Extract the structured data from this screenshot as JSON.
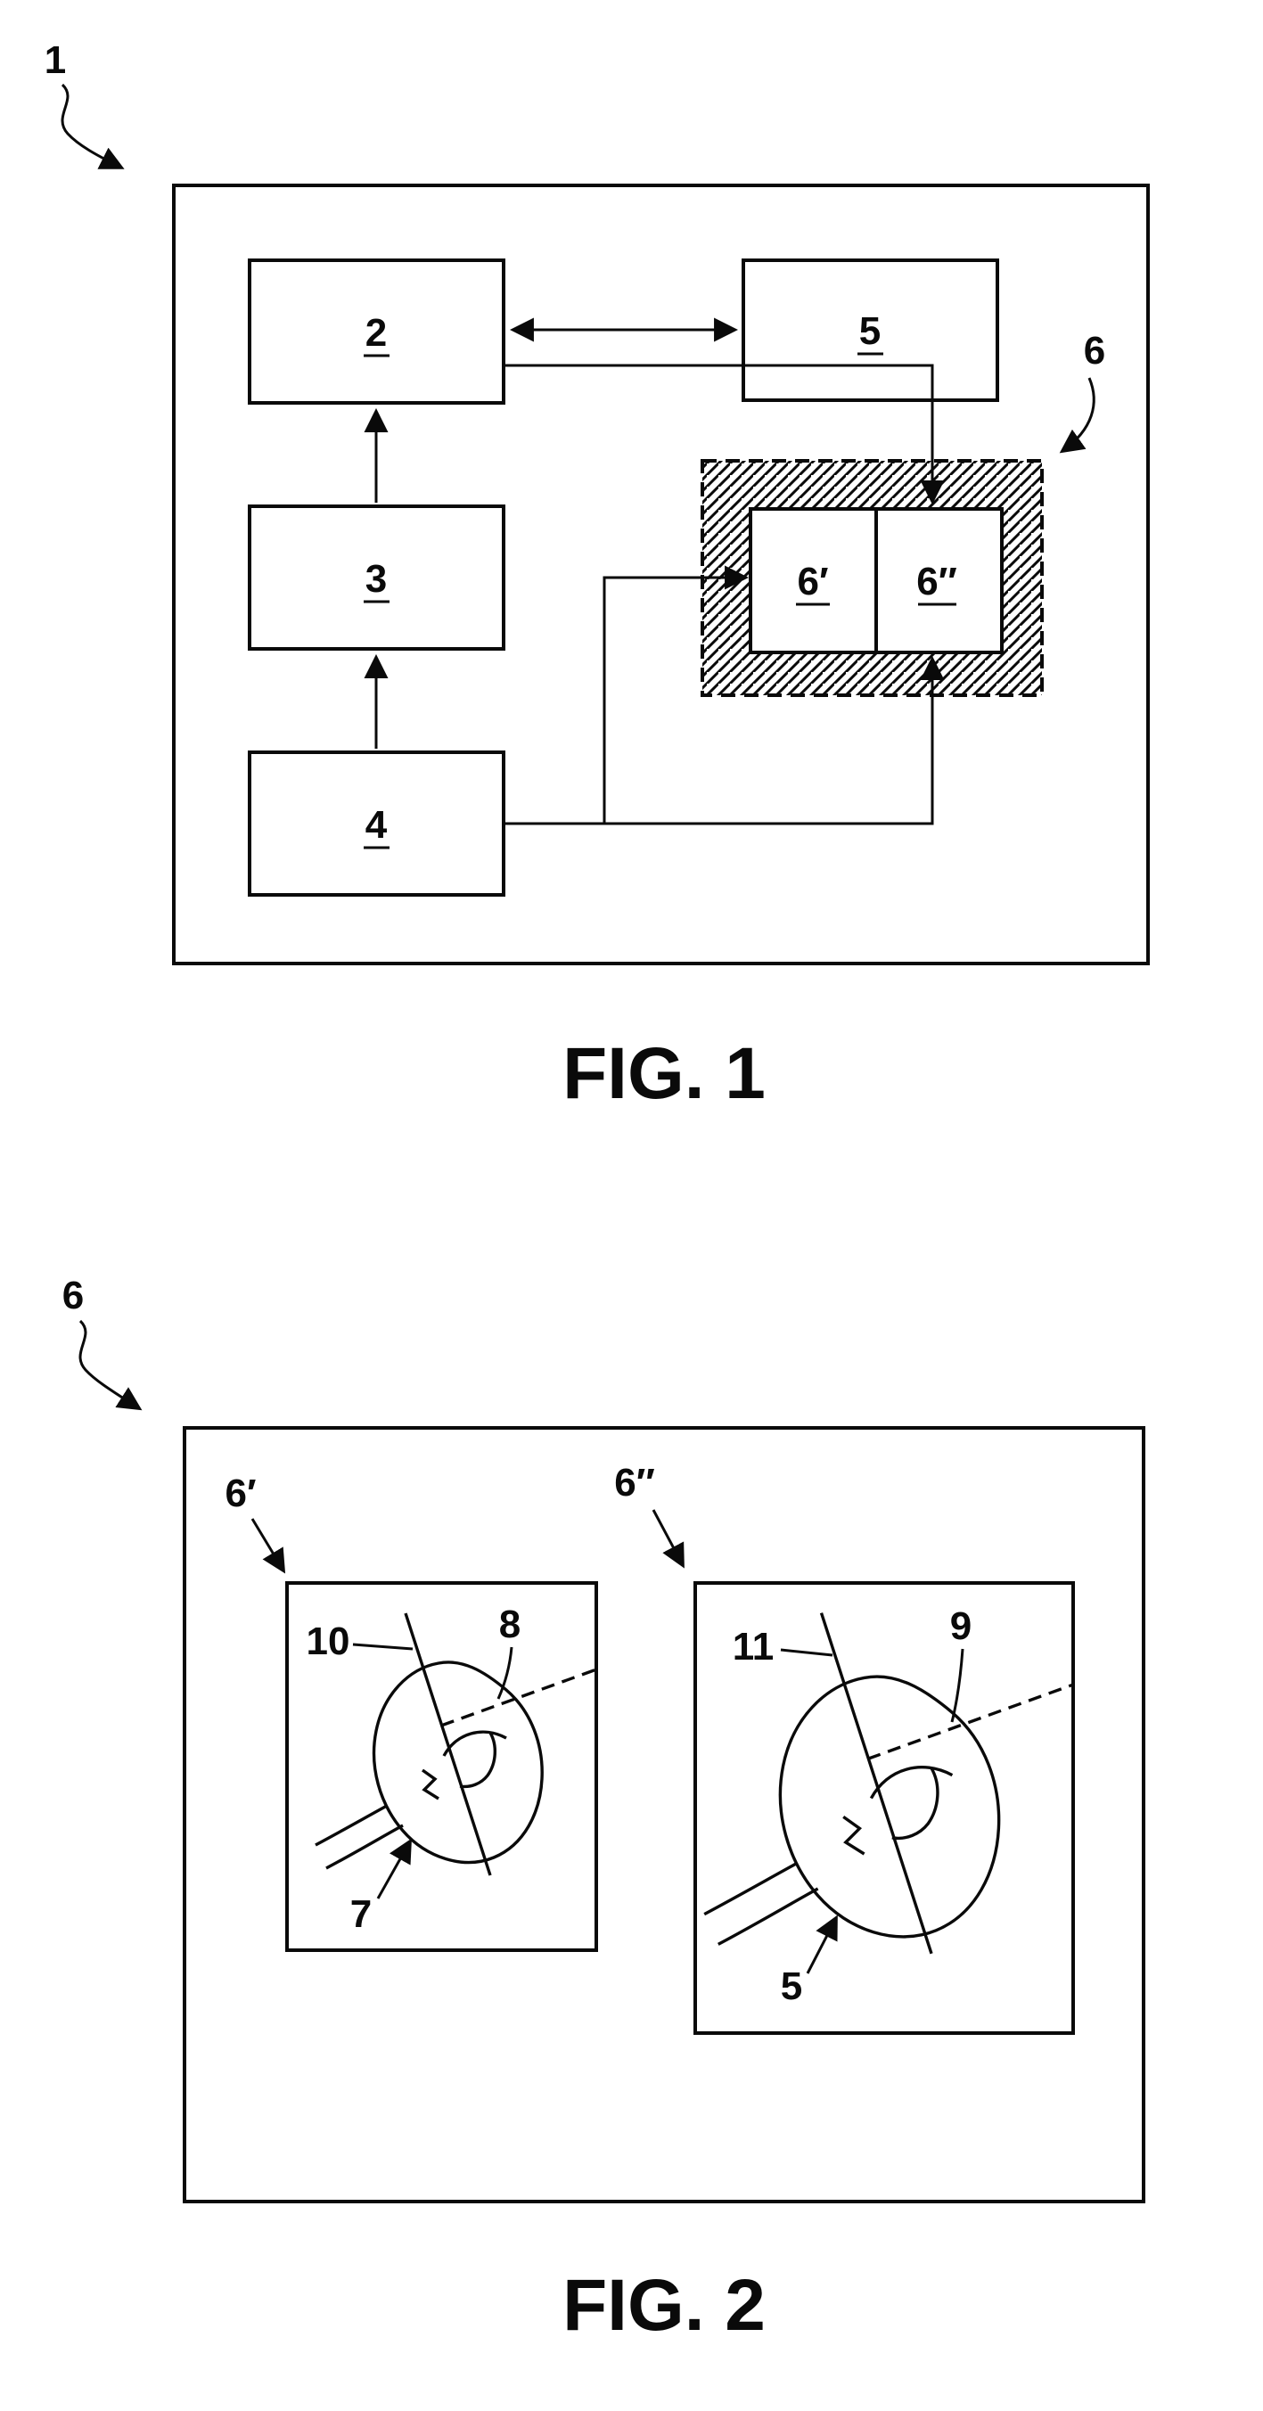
{
  "page": {
    "background_color": "#ffffff",
    "ink_color": "#0a0a0a"
  },
  "fig1": {
    "caption": "FIG. 1",
    "system_label": "1",
    "boxes": {
      "box2": "2",
      "box3": "3",
      "box4": "4",
      "box5": "5"
    },
    "display_module": {
      "label": "6",
      "sub_left": "6′",
      "sub_right": "6″"
    }
  },
  "fig2": {
    "caption": "FIG. 2",
    "display_label": "6",
    "left_view": {
      "label": "6′",
      "cut_line_label": "10",
      "dashed_line_label": "8",
      "organ_label": "7"
    },
    "right_view": {
      "label": "6″",
      "cut_line_label": "11",
      "dashed_line_label": "9",
      "organ_label": "5"
    }
  }
}
